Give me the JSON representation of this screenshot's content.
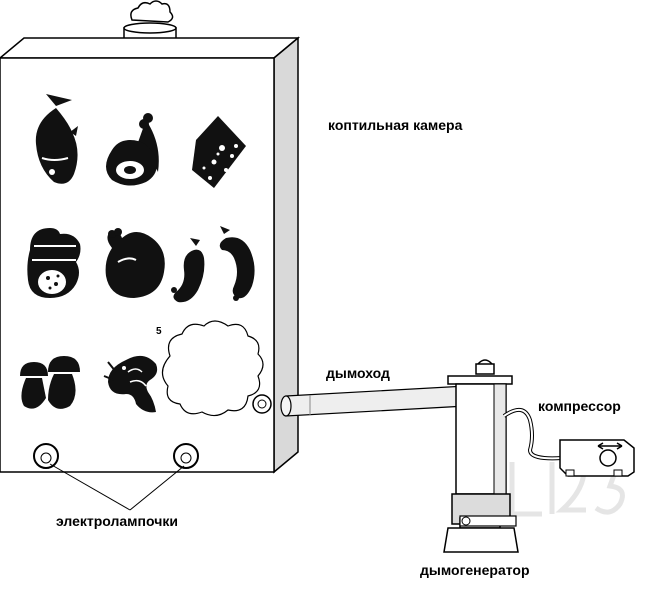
{
  "labels": {
    "smoking_chamber": "коптильная камера",
    "chimney": "дымоход",
    "compressor": "компрессор",
    "electric_lamps": "электролампочки",
    "smoke_generator": "дымогенератор",
    "marker": "5"
  },
  "icons": [
    "fish-icon",
    "ham-leg-icon",
    "cheese-icon",
    "sausage-loaf-icon",
    "chicken-icon",
    "sausages-icon",
    "mushrooms-icon",
    "shrimp-icon",
    "smoke-cloud-icon"
  ],
  "colors": {
    "outline": "#000000",
    "front": "#ffffff",
    "side": "#d9d9d9",
    "pipe": "#e6e6e6",
    "watermark": "#e2e2e2"
  }
}
